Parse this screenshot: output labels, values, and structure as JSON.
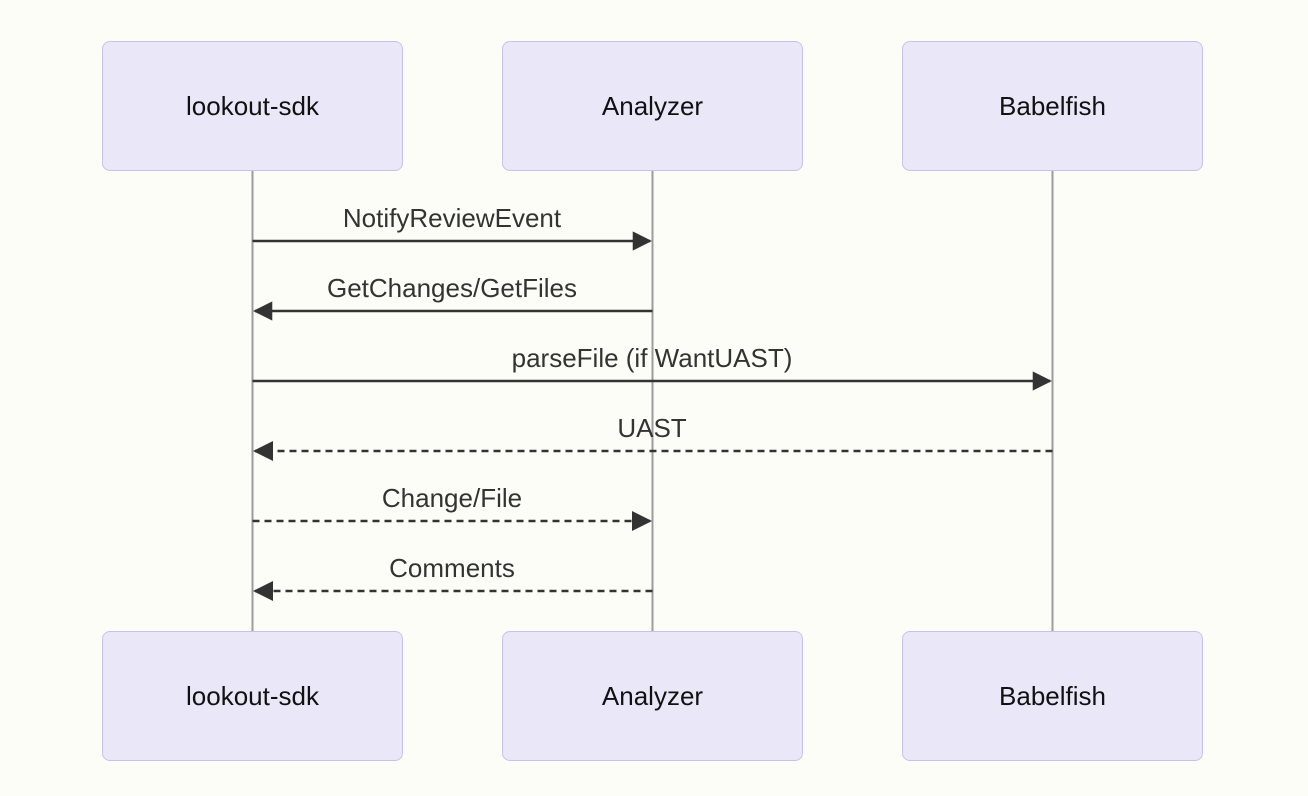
{
  "diagram": {
    "type": "sequence-diagram",
    "actors": [
      {
        "id": "lookout-sdk",
        "label": "lookout-sdk"
      },
      {
        "id": "analyzer",
        "label": "Analyzer"
      },
      {
        "id": "babelfish",
        "label": "Babelfish"
      }
    ],
    "messages": [
      {
        "label": "NotifyReviewEvent",
        "from": "lookout-sdk",
        "to": "Analyzer",
        "line": "solid",
        "direction": "right"
      },
      {
        "label": "GetChanges/GetFiles",
        "from": "Analyzer",
        "to": "lookout-sdk",
        "line": "solid",
        "direction": "left"
      },
      {
        "label": "parseFile (if WantUAST)",
        "from": "lookout-sdk",
        "to": "Babelfish",
        "line": "solid",
        "direction": "right"
      },
      {
        "label": "UAST",
        "from": "Babelfish",
        "to": "lookout-sdk",
        "line": "dashed",
        "direction": "left"
      },
      {
        "label": "Change/File",
        "from": "lookout-sdk",
        "to": "Analyzer",
        "line": "dashed",
        "direction": "right"
      },
      {
        "label": "Comments",
        "from": "Analyzer",
        "to": "lookout-sdk",
        "line": "dashed",
        "direction": "left"
      }
    ],
    "colors": {
      "background": "#fdfdf8",
      "actor_fill": "#eae8f8",
      "actor_border": "#c5c3ea",
      "actor_text": "#111111",
      "lifeline": "#9c9c9c",
      "message_text": "#333333",
      "arrow": "#333333"
    }
  }
}
